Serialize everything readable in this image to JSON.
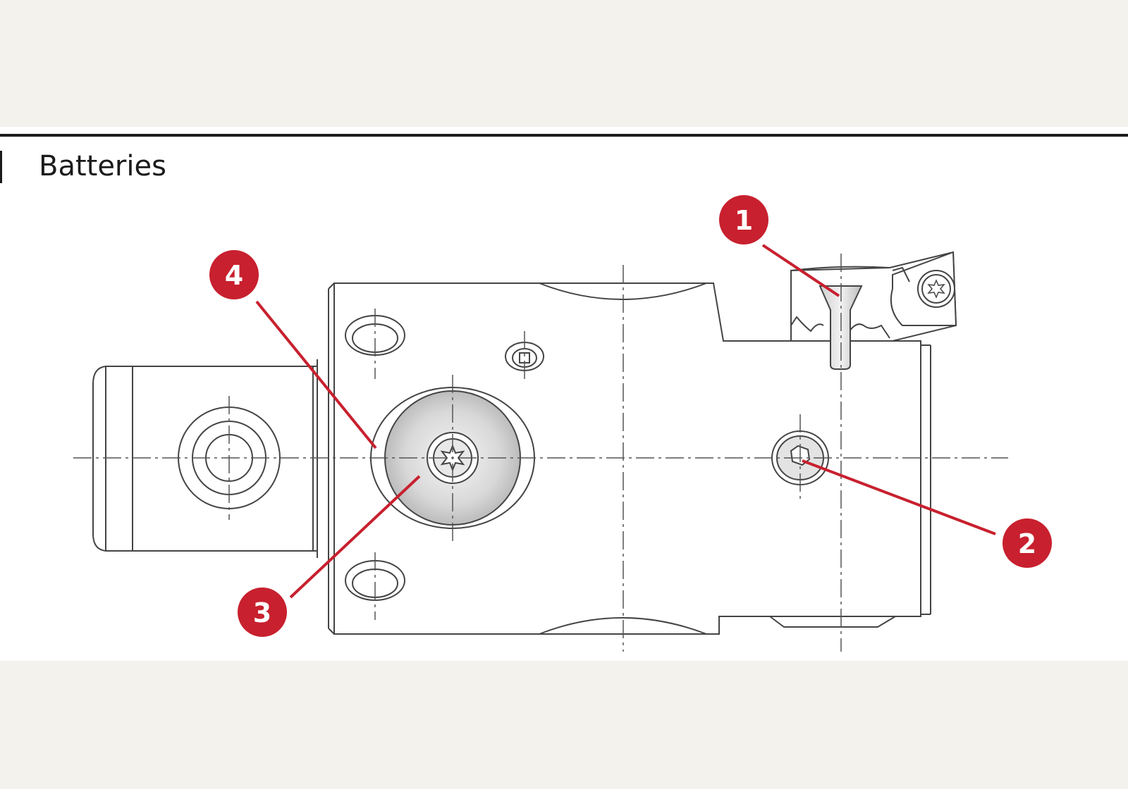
{
  "section": {
    "title": "Batteries"
  },
  "colors": {
    "callout": "#c8202e",
    "line": "#444444",
    "accent_rule": "#1b1b1b"
  },
  "callouts": [
    {
      "label": "1"
    },
    {
      "label": "2"
    },
    {
      "label": "3"
    },
    {
      "label": "4"
    }
  ]
}
